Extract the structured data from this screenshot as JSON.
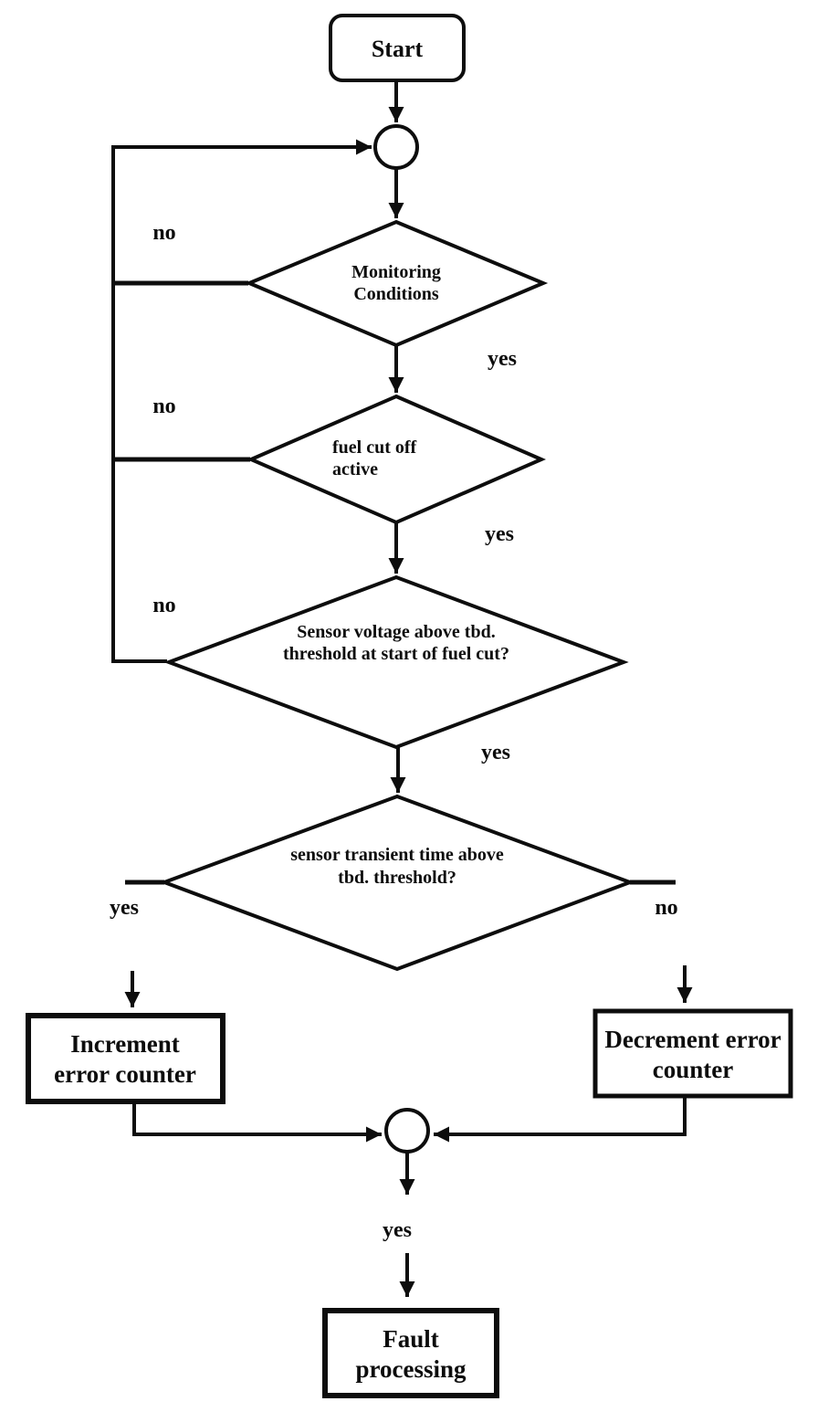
{
  "diagram": {
    "colors": {
      "ink": "#0d0d0d",
      "background": "#ffffff"
    },
    "nodes": {
      "start": {
        "label": "Start"
      },
      "monitoring": {
        "line1": "Monitoring",
        "line2": "Conditions"
      },
      "fuel_cut": {
        "line1": "fuel cut off",
        "line2": "active"
      },
      "sensor_voltage": {
        "line1": "Sensor voltage above tbd.",
        "line2": "threshold at start of fuel cut?"
      },
      "sensor_transient": {
        "line1": "sensor transient time above",
        "line2": "tbd. threshold?"
      },
      "increment": {
        "line1": "Increment",
        "line2": "error counter"
      },
      "decrement": {
        "line1": "Decrement error",
        "line2": "counter"
      },
      "fault": {
        "line1": "Fault",
        "line2": "processing"
      }
    },
    "edge_labels": {
      "monitoring_no": "no",
      "monitoring_yes": "yes",
      "fuel_cut_no": "no",
      "fuel_cut_yes": "yes",
      "sensor_voltage_no": "no",
      "sensor_voltage_yes": "yes",
      "transient_yes": "yes",
      "transient_no": "no",
      "merge_yes": "yes"
    }
  }
}
